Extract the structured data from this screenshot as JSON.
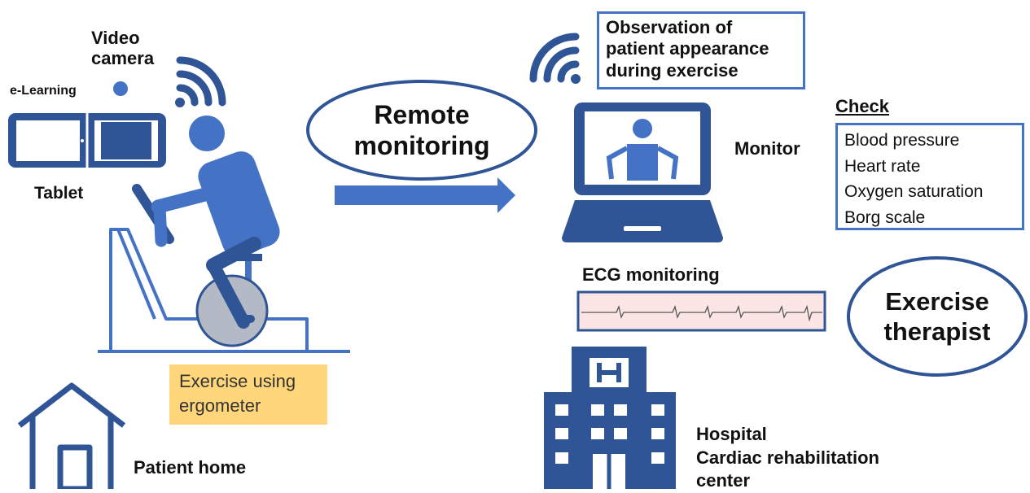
{
  "patient_side": {
    "video_camera_label": "Video\ncamera",
    "elearning_label": "e-Learning",
    "tablet_label": "Tablet",
    "exercise_label": "Exercise using\nergometer",
    "patient_home_label": "Patient home"
  },
  "center": {
    "remote_monitoring_label": "Remote\nmonitoring"
  },
  "hospital_side": {
    "observation_label": "Observation of\npatient appearance\nduring exercise",
    "monitor_label": "Monitor",
    "check_title": "Check",
    "check_items": [
      "Blood pressure",
      "Heart rate",
      "Oxygen saturation",
      "Borg scale"
    ],
    "ecg_label": "ECG monitoring",
    "exercise_therapist_label": "Exercise\ntherapist",
    "hospital_label": "Hospital\nCardiac rehabilitation\ncenter"
  },
  "colors": {
    "primary_blue": "#2f5597",
    "accent_blue": "#4472c4",
    "wheel_gray": "#b4b9c6",
    "highlight_yellow": "#ffd77a"
  },
  "icons": [
    "wifi-icon",
    "camera-icon",
    "tablet-icon",
    "patient-on-ergometer-icon",
    "house-icon",
    "arrow-icon",
    "laptop-icon",
    "ecg-strip",
    "hospital-building-icon"
  ]
}
